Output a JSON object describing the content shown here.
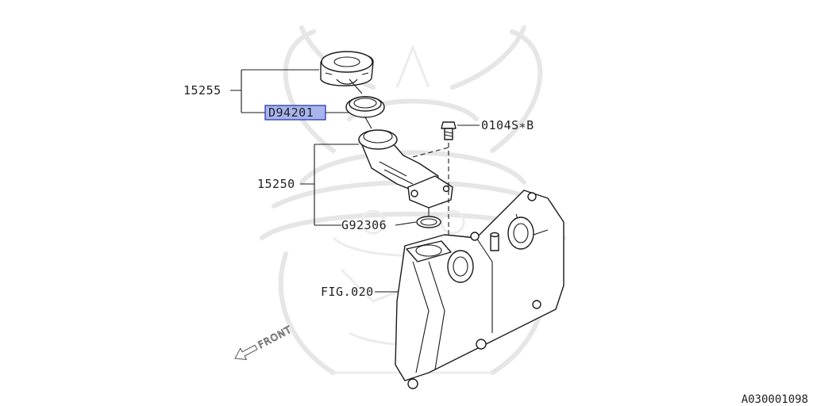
{
  "labels": {
    "cap_assembly": "15255",
    "gasket_highlighted": "D94201",
    "filler_pipe": "15250",
    "o_ring": "G92306",
    "bolt": "0104S∗B",
    "rocker_cover_ref": "FIG.020",
    "front_arrow": "FRONT"
  },
  "diagram_id": "A030001098",
  "colors": {
    "highlight_fill": "#a9b4ee",
    "highlight_border": "#1a2fa8",
    "line": "#1a1a1a",
    "watermark": "#e6e6e6"
  },
  "watermark_icon": "samurai-helmet-icon"
}
